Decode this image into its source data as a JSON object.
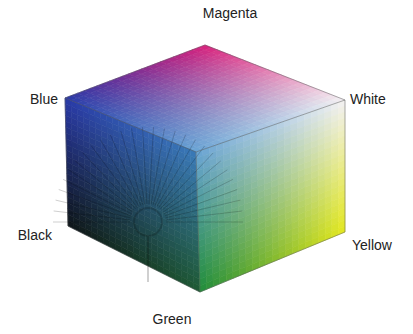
{
  "diagram": {
    "labels": [
      "Magenta",
      "Blue",
      "White",
      "Black",
      "Yellow",
      "Green"
    ]
  }
}
